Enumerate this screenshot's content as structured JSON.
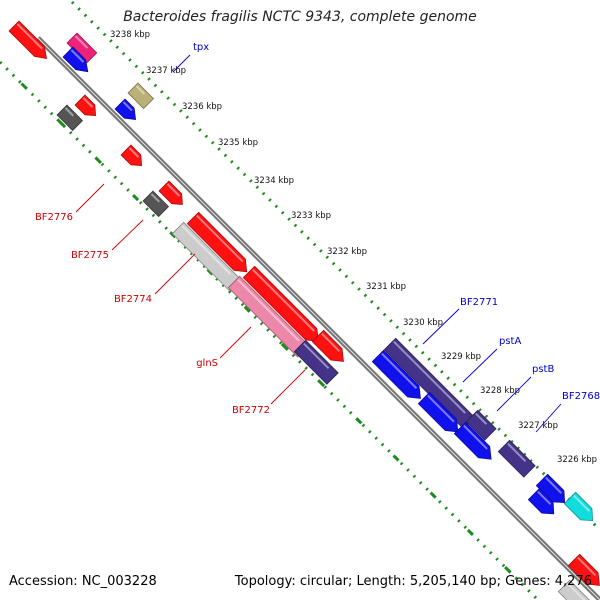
{
  "title": "Bacteroides fragilis NCTC 9343, complete genome",
  "footer": {
    "accession": "Accession: NC_003228",
    "summary": "Topology: circular; Length: 5,205,140 bp; Genes: 4,276"
  },
  "colors": {
    "backbone": "#777777",
    "tick_dots": "#1e8a1e",
    "reverse_label": "#cc0000",
    "forward_label": "#0000cc",
    "red": "#ff1111",
    "blue": "#1111ee",
    "dark_gray": "#555555",
    "light_gray": "#cccccc",
    "pink": "#ee88aa",
    "magenta": "#ee2277",
    "olive": "#bbb077",
    "navy": "#443388",
    "cyan": "#11dddd"
  },
  "scale_labels": [
    "3238 kbp",
    "3237 kbp",
    "3236 kbp",
    "3235 kbp",
    "3234 kbp",
    "3233 kbp",
    "3232 kbp",
    "3231 kbp",
    "3230 kbp",
    "3229 kbp",
    "3228 kbp",
    "3227 kbp",
    "3226 kbp"
  ],
  "gene_labels": [
    {
      "name": "tpx",
      "strand": "forward"
    },
    {
      "name": "BF2776",
      "strand": "reverse"
    },
    {
      "name": "BF2775",
      "strand": "reverse"
    },
    {
      "name": "BF2774",
      "strand": "reverse"
    },
    {
      "name": "glnS",
      "strand": "reverse"
    },
    {
      "name": "BF2772",
      "strand": "reverse"
    },
    {
      "name": "BF2771",
      "strand": "forward"
    },
    {
      "name": "pstA",
      "strand": "forward"
    },
    {
      "name": "pstB",
      "strand": "forward"
    },
    {
      "name": "BF2768",
      "strand": "forward"
    }
  ],
  "features": [
    {
      "id": "f-top-left-red",
      "color": "red"
    },
    {
      "id": "f-magenta",
      "color": "magenta"
    },
    {
      "id": "f-blue-top",
      "color": "blue"
    },
    {
      "id": "f-olive",
      "color": "olive"
    },
    {
      "id": "f-blue-tpx",
      "color": "blue"
    },
    {
      "id": "f-red-small-a",
      "color": "red"
    },
    {
      "id": "f-gray-a",
      "color": "dark_gray"
    },
    {
      "id": "f-red-small-b",
      "color": "red"
    },
    {
      "id": "f-red-small-c",
      "color": "red"
    },
    {
      "id": "f-gray-b",
      "color": "dark_gray"
    },
    {
      "id": "f-red-long-a",
      "color": "red"
    },
    {
      "id": "f-lightgray",
      "color": "light_gray"
    },
    {
      "id": "f-red-long-b",
      "color": "red"
    },
    {
      "id": "f-pink",
      "color": "pink"
    },
    {
      "id": "f-red-short",
      "color": "red"
    },
    {
      "id": "f-navy-a",
      "color": "navy"
    },
    {
      "id": "f-navy-b",
      "color": "navy"
    },
    {
      "id": "f-blue-long",
      "color": "blue"
    },
    {
      "id": "f-blue-pstA",
      "color": "blue"
    },
    {
      "id": "f-navy-c",
      "color": "navy"
    },
    {
      "id": "f-blue-pstB",
      "color": "blue"
    },
    {
      "id": "f-navy-d",
      "color": "navy"
    },
    {
      "id": "f-blue-bf2768",
      "color": "blue"
    },
    {
      "id": "f-blue-bottom",
      "color": "blue"
    },
    {
      "id": "f-cyan",
      "color": "cyan"
    },
    {
      "id": "f-red-corner",
      "color": "red"
    },
    {
      "id": "f-gray-corner",
      "color": "light_gray"
    }
  ]
}
